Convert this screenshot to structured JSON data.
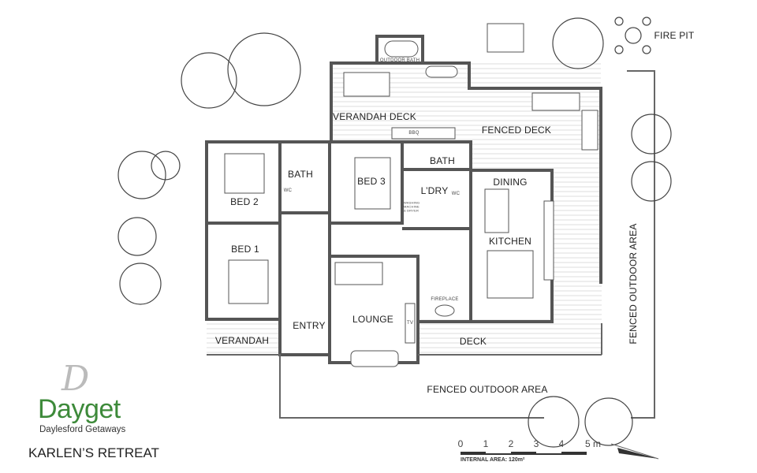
{
  "brand": {
    "logo_letter": "D",
    "name": "Dayget",
    "tagline": "Daylesford Getaways",
    "color": "#3d8a3a"
  },
  "title": "KARLEN’S RETREAT",
  "rooms": {
    "outdoor_bath": "OUTDOOR BATH",
    "verandah_deck": "VERANDAH DECK",
    "fenced_deck": "FENCED DECK",
    "bbq": "BBQ",
    "fire_pit": "FIRE PIT",
    "bath_1": "BATH",
    "bath_2": "BATH",
    "bed_1": "BED 1",
    "bed_2": "BED 2",
    "bed_3": "BED 3",
    "laundry": "L’DRY",
    "dining": "DINING",
    "kitchen": "KITCHEN",
    "lounge": "LOUNGE",
    "entry": "ENTRY",
    "verandah": "VERANDAH",
    "deck": "DECK",
    "fireplace": "FIREPLACE",
    "tv": "TV",
    "wc_1": "WC",
    "wc_2": "WC",
    "washing": "WASHING MACHINE & DRYER",
    "fenced_outdoor_area_bottom": "FENCED OUTDOOR AREA",
    "fenced_outdoor_area_right": "FENCED OUTDOOR AREA"
  },
  "scale": {
    "ticks": [
      "0",
      "1",
      "2",
      "3",
      "4",
      "5 m"
    ],
    "internal_area": "INTERNAL AREA: 120m²"
  }
}
